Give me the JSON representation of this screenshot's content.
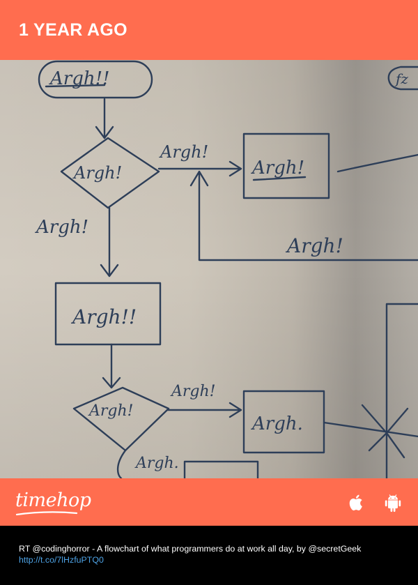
{
  "header": {
    "title": "1 YEAR AGO"
  },
  "photo": {
    "labels": {
      "start": "Argh!!",
      "decision1": "Argh!",
      "edge_right1": "Argh!",
      "box1": "Argh!",
      "edge_down1": "Argh!",
      "loop_back": "Argh!",
      "box2": "Argh!!",
      "decision2": "Argh!",
      "edge_right2": "Argh!",
      "box3": "Argh.",
      "edge_down2": "Argh.",
      "partial_top_right": "fz"
    }
  },
  "brand": {
    "name": "timehop"
  },
  "store_icons": [
    "apple-icon",
    "android-icon"
  ],
  "caption": {
    "text": "RT @codinghorror - A flowchart of what programmers do at work all day, by @secretGeek",
    "link": "http://t.co/7lHzfuPTQ0"
  }
}
